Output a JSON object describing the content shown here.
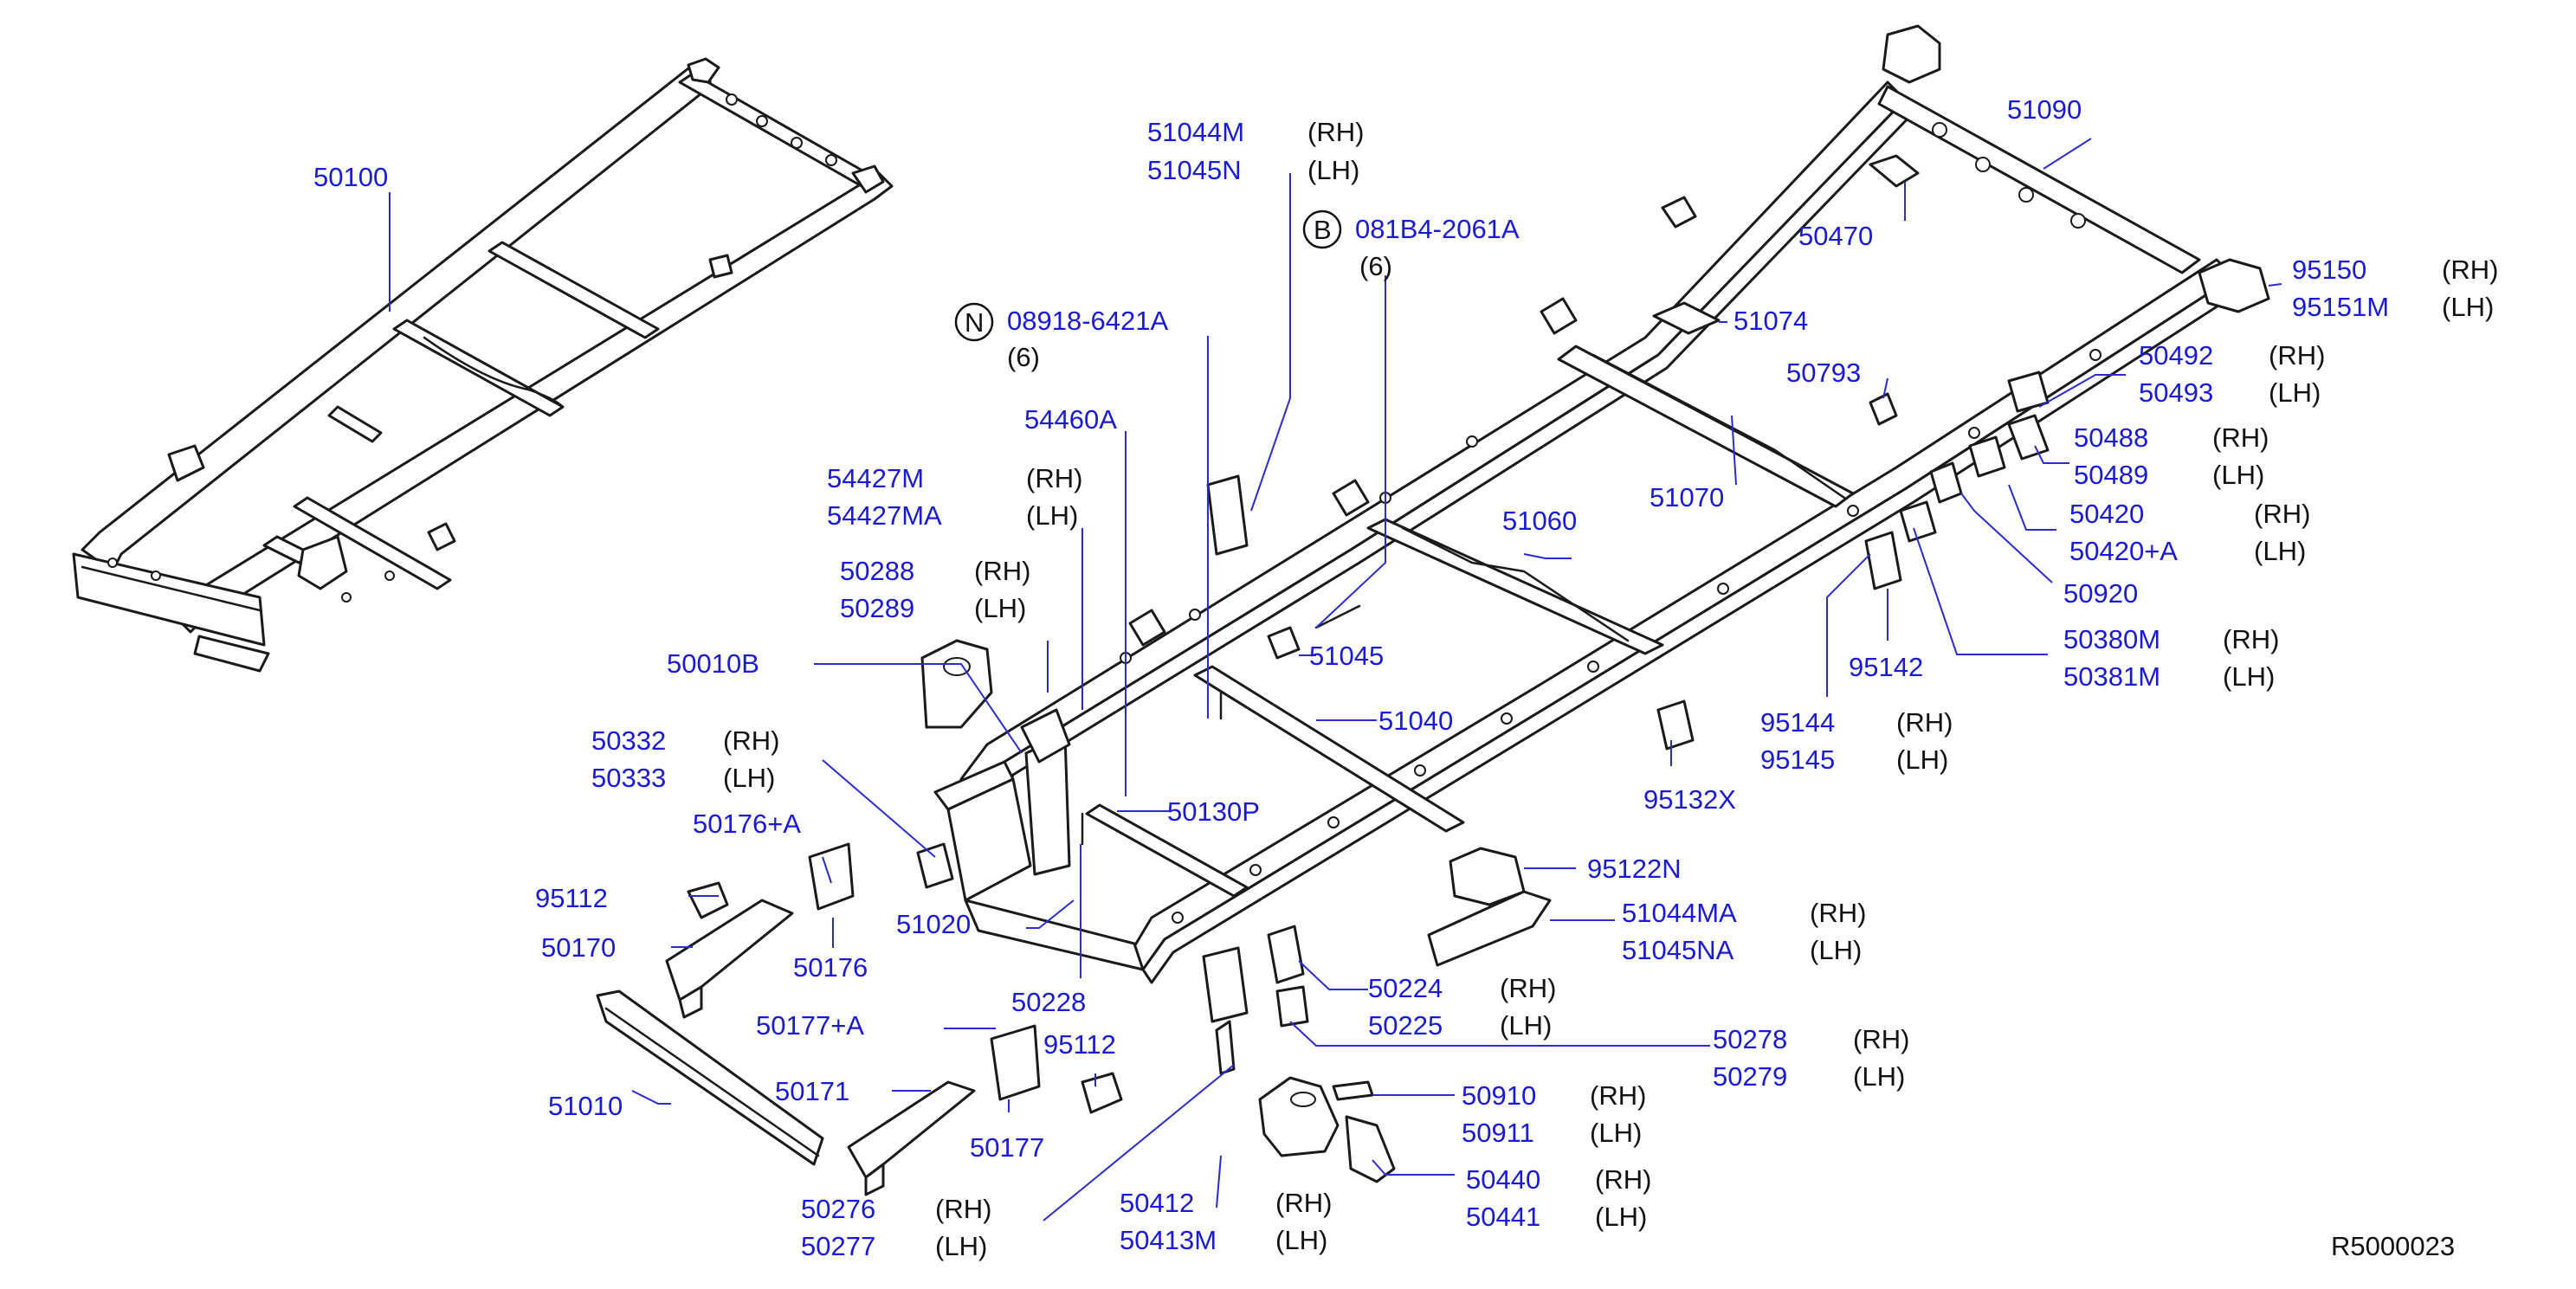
{
  "diagram_code": "R5000023",
  "colors": {
    "part_number": "#1a1ad6",
    "side_label": "#111111",
    "line_art": "#1a1a1a",
    "leader": "#2b2bd0"
  },
  "labels": {
    "p50100": "50100",
    "p51044M": "51044M",
    "s51044M": "(RH)",
    "p51045N": "51045N",
    "s51045N": "(LH)",
    "markerB": "B",
    "p081B4": "081B4-2061A",
    "q081B4": "(6)",
    "markerN": "N",
    "p08918": "08918-6421A",
    "q08918": "(6)",
    "p54460A": "54460A",
    "p54427M": "54427M",
    "s54427M": "(RH)",
    "p54427MA": "54427MA",
    "s54427MA": "(LH)",
    "p50288": "50288",
    "s50288": "(RH)",
    "p50289": "50289",
    "s50289": "(LH)",
    "p50010B": "50010B",
    "p50332": "50332",
    "s50332": "(RH)",
    "p50333": "50333",
    "s50333": "(LH)",
    "p50176A": "50176+A",
    "p95112a": "95112",
    "p50170": "50170",
    "p50176": "50176",
    "p51020": "51020",
    "p50228": "50228",
    "p50177A": "50177+A",
    "p95112b": "95112",
    "p50171": "50171",
    "p50177": "50177",
    "p51010": "51010",
    "p50276": "50276",
    "s50276": "(RH)",
    "p50277": "50277",
    "s50277": "(LH)",
    "p50412": "50412",
    "s50412": "(RH)",
    "p50413M": "50413M",
    "s50413M": "(LH)",
    "p51045": "51045",
    "p51040": "51040",
    "p50130P": "50130P",
    "p50224": "50224",
    "s50224": "(RH)",
    "p50225": "50225",
    "s50225": "(LH)",
    "p50278": "50278",
    "s50278": "(RH)",
    "p50279": "50279",
    "s50279": "(LH)",
    "p50910": "50910",
    "s50910": "(RH)",
    "p50911": "50911",
    "s50911": "(LH)",
    "p50440": "50440",
    "s50440": "(RH)",
    "p50441": "50441",
    "s50441": "(LH)",
    "p95122N": "95122N",
    "p51044MA": "51044MA",
    "s51044MA": "(RH)",
    "p51045NA": "51045NA",
    "s51045NA": "(LH)",
    "p95132X": "95132X",
    "p95144": "95144",
    "s95144": "(RH)",
    "p95145": "95145",
    "s95145": "(LH)",
    "p95142": "95142",
    "p50380M": "50380M",
    "s50380M": "(RH)",
    "p50381M": "50381M",
    "s50381M": "(LH)",
    "p50920": "50920",
    "p50420": "50420",
    "s50420": "(RH)",
    "p50420A": "50420+A",
    "s50420A": "(LH)",
    "p50488": "50488",
    "s50488": "(RH)",
    "p50489": "50489",
    "s50489": "(LH)",
    "p50492": "50492",
    "s50492": "(RH)",
    "p50493": "50493",
    "s50493": "(LH)",
    "p95150": "95150",
    "s95150": "(RH)",
    "p95151M": "95151M",
    "s95151M": "(LH)",
    "p50793": "50793",
    "p51074": "51074",
    "p51070": "51070",
    "p51060": "51060",
    "p50470": "50470",
    "p51090": "51090"
  }
}
